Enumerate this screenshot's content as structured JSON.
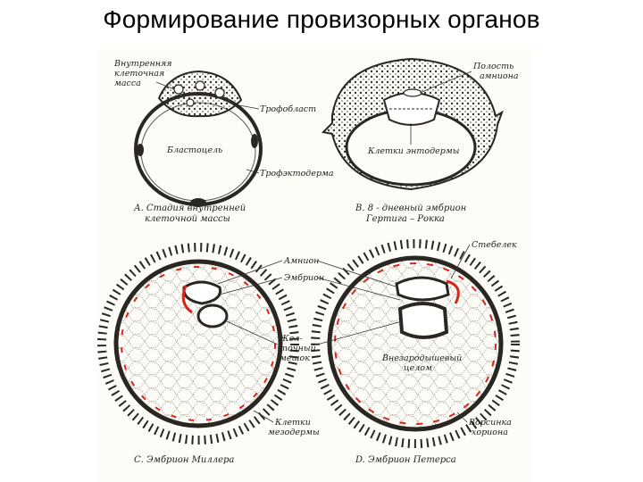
{
  "title": "Формирование провизорных органов",
  "labels": {
    "a_inner_mass": [
      "Внутренняя",
      "клеточная",
      "масса"
    ],
    "trophoblast": "Трофобласт",
    "blastocoel": "Бластоцель",
    "trophectoderm": "Трофэктодерма",
    "a_caption": [
      "А. Стадия внутренней",
      "клеточной массы"
    ],
    "amnion_cavity": [
      "Полость",
      "амниона"
    ],
    "endoderm_cells": "Клетки энтодермы",
    "b_caption": [
      "В. 8 - дневный эмбрион",
      "Гертига – Рокка"
    ],
    "stalk": "Стебелек",
    "amnion": "Амнион",
    "embryo": "Эмбрион",
    "yolk_sac": [
      "Жел-",
      "точный",
      "мешок"
    ],
    "extraembryonic_coelom": [
      "Внезародышевый",
      "целом"
    ],
    "mesoderm_cells": [
      "Клетки",
      "мезодермы"
    ],
    "chorion_villus": [
      "Ворсинка",
      "хориона"
    ],
    "c_caption": "С. Эмбрион Миллера",
    "d_caption": "D. Эмбрион Петерса"
  },
  "colors": {
    "ink": "#2a2622",
    "tissue_red": "#d8251c",
    "paper": "#fdfcf7"
  }
}
